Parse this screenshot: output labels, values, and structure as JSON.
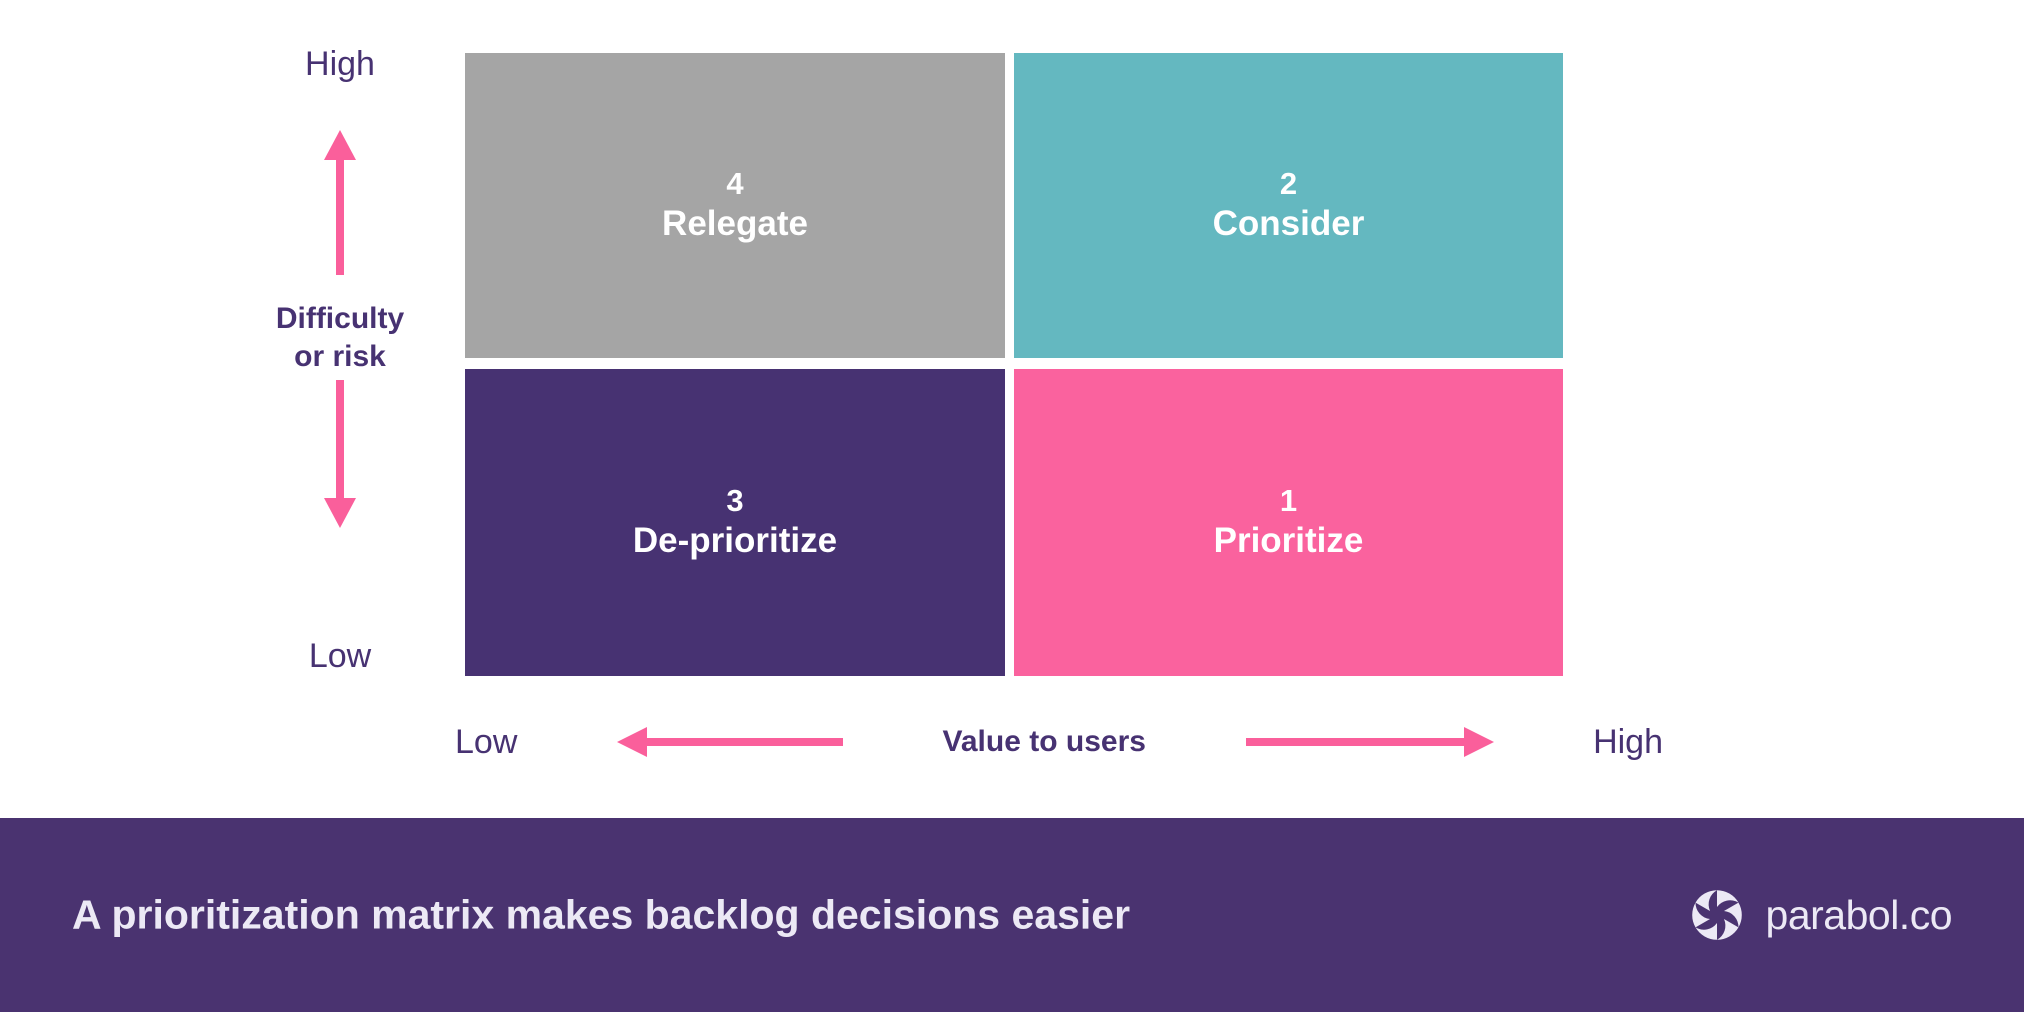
{
  "diagram": {
    "type": "2x2-prioritization-matrix",
    "y_axis": {
      "title_line1": "Difficulty",
      "title_line2": "or risk",
      "high_label": "High",
      "low_label": "Low"
    },
    "x_axis": {
      "title": "Value to users",
      "low_label": "Low",
      "high_label": "High"
    },
    "quadrants": [
      {
        "id": "relegate",
        "number": "4",
        "name": "Relegate",
        "color": "#a5a5a5",
        "position": "top-left"
      },
      {
        "id": "consider",
        "number": "2",
        "name": "Consider",
        "color": "#64b8c0",
        "position": "top-right"
      },
      {
        "id": "deprioritize",
        "number": "3",
        "name": "De-prioritize",
        "color": "#473272",
        "position": "bottom-left"
      },
      {
        "id": "prioritize",
        "number": "1",
        "name": "Prioritize",
        "color": "#fa629e",
        "position": "bottom-right"
      }
    ]
  },
  "footer": {
    "title": "A prioritization matrix makes backlog decisions easier",
    "brand_name": "parabol.co",
    "background": "#4a3370"
  },
  "colors": {
    "accent_pink": "#fa5f9b",
    "text_purple": "#473272",
    "light_text": "#ece9f5"
  }
}
